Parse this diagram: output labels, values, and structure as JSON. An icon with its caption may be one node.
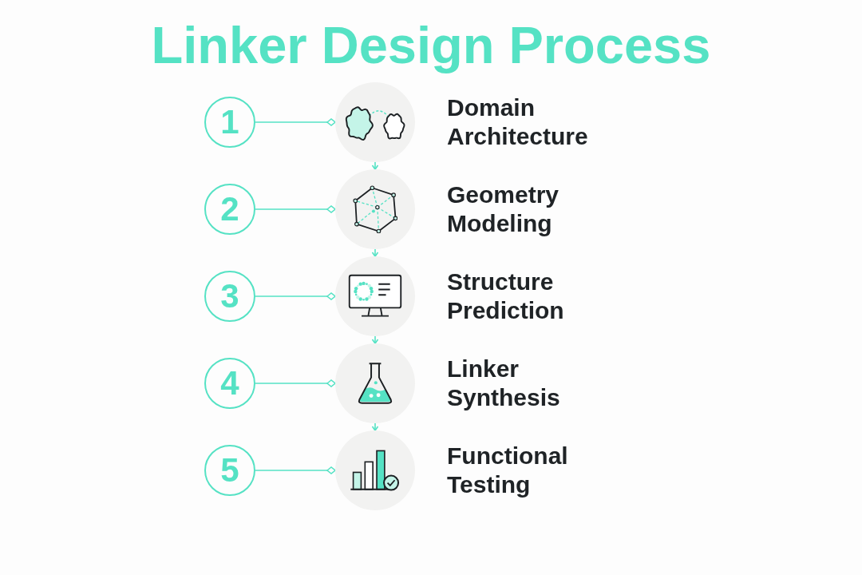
{
  "diagram": {
    "title": "Linker Design Process",
    "nodes": [
      {
        "text": [
          "1"
        ]
      },
      {
        "text": [],
        "shape": "picture",
        "beside": [
          "Domain Architecture"
        ]
      },
      {
        "text": [
          "2"
        ]
      },
      {
        "text": [],
        "shape": "picture",
        "beside": [
          "Geometry Modeling"
        ]
      },
      {
        "text": [
          "3"
        ]
      },
      {
        "text": [],
        "shape": "picture",
        "beside": [
          "Structure Prediction"
        ]
      },
      {
        "text": [
          "4"
        ]
      },
      {
        "text": [],
        "shape": "picture",
        "beside": [
          "Linker Synthesis"
        ]
      },
      {
        "text": [
          "5"
        ]
      },
      {
        "text": [],
        "shape": "picture",
        "beside": [
          "Functional Testing"
        ]
      }
    ],
    "edges": [
      {
        "from": 0,
        "to": 1,
        "arrow": "other"
      },
      {
        "from": 2,
        "to": 3,
        "arrow": "other"
      },
      {
        "from": 4,
        "to": 5,
        "arrow": "other"
      },
      {
        "from": 6,
        "to": 7,
        "arrow": "other"
      },
      {
        "from": 8,
        "to": 9,
        "arrow": "other"
      },
      {
        "from": 1,
        "to": 3,
        "arrow": "to"
      },
      {
        "from": 3,
        "to": 5,
        "arrow": "to"
      },
      {
        "from": 5,
        "to": 7,
        "arrow": "to"
      },
      {
        "from": 7,
        "to": 9,
        "arrow": "to"
      }
    ]
  }
}
